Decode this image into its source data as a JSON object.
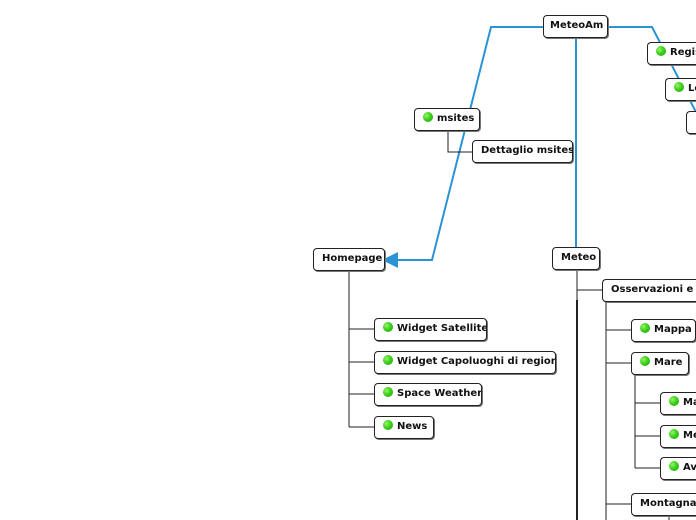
{
  "colors": {
    "link": "#2a93d5",
    "tree_line": "#222222",
    "dot": "#3bd21a"
  },
  "icons": {
    "status": "green-circle-icon"
  },
  "root": {
    "label": "MeteoAm"
  },
  "nodes": {
    "msites": "msites",
    "dettaglio_msites": "Dettaglio msites",
    "homepage": "Homepage",
    "widget_satellite": "Widget Satellite",
    "widget_capoluoghi": "Widget Capoluoghi di regione",
    "space_weather": "Space Weather",
    "news": "News",
    "registrazione": "Registrazione",
    "login": "Login",
    "third_right": "",
    "meteo": "Meteo",
    "osservazioni": "Osservazioni e previsioni",
    "mappa": "Mappa",
    "mare": "Mare",
    "mare_sub1": "Mappa",
    "mare_sub2": "Meteo",
    "mare_sub3": "Avvisi",
    "montagna": "Montagna"
  }
}
